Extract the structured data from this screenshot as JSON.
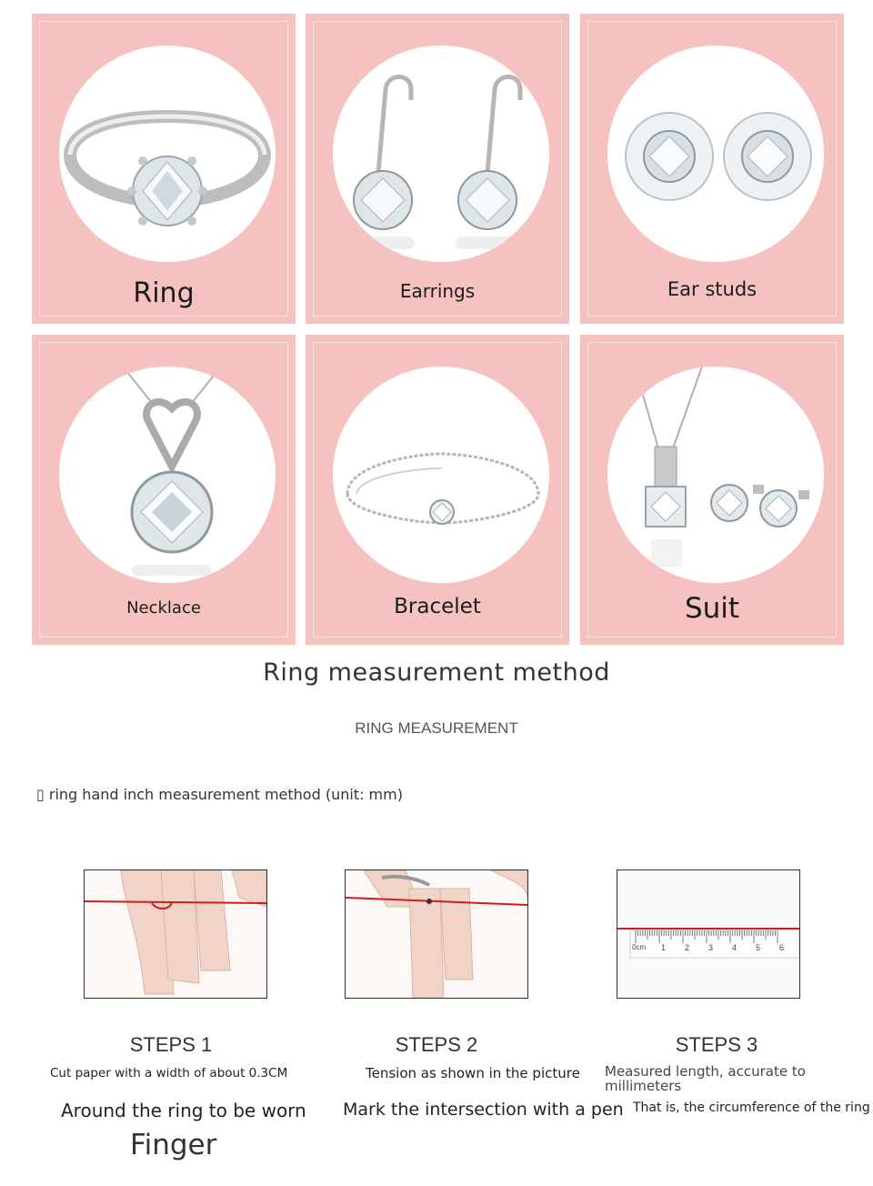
{
  "categories": [
    {
      "id": "ring",
      "label": "Ring"
    },
    {
      "id": "earrings",
      "label": "Earrings"
    },
    {
      "id": "ear-studs",
      "label": "Ear studs"
    },
    {
      "id": "necklace",
      "label": "Necklace"
    },
    {
      "id": "bracelet",
      "label": "Bracelet"
    },
    {
      "id": "suit",
      "label": "Suit"
    }
  ],
  "measurement": {
    "title": "Ring measurement method",
    "subtitle": "RING MEASUREMENT",
    "method_line": "▯ ring hand inch measurement method (unit: mm)"
  },
  "steps": [
    {
      "title": "STEPS 1",
      "line1": "Cut paper with a width of about 0.3CM",
      "line2": "Around the ring to be worn",
      "line3": "Finger"
    },
    {
      "title": "STEPS 2",
      "line1": "Tension as shown in the picture",
      "line2": "Mark the intersection with a pen"
    },
    {
      "title": "STEPS 3",
      "line1": "Measured length, accurate to millimeters",
      "line2": "That is, the circumference of the ring"
    }
  ],
  "ruler_labels": [
    "0cm",
    "1",
    "2",
    "3",
    "4",
    "5",
    "6"
  ],
  "colors": {
    "tile_bg": "#f6c2c0",
    "thread": "#c9201e"
  }
}
